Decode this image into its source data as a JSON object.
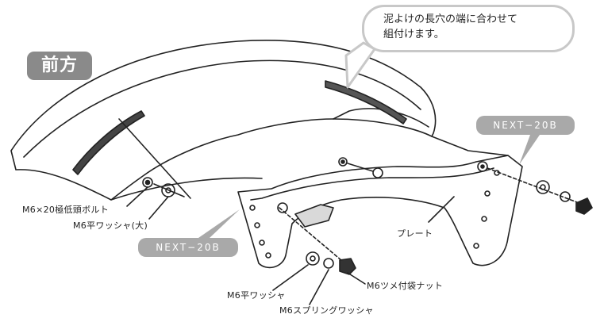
{
  "labels": {
    "front": "前方",
    "callout_line1": "泥よけの長穴の端に合わせて",
    "callout_line2": "組付けます。",
    "part_badge_left": "NEXT−20B",
    "part_badge_right": "NEXT−20B",
    "bolt": "M6×20極低頭ボルト",
    "washer_large": "M6平ワッシャ(大)",
    "plate": "プレート",
    "washer": "M6平ワッシャ",
    "spring_washer": "M6スプリングワッシャ",
    "claw_nut": "M6ツメ付袋ナット"
  },
  "colors": {
    "badge": "#a9a9a9",
    "front_tag": "#8a8a8a",
    "callout_border": "#c8c8c8",
    "line": "#222222"
  }
}
